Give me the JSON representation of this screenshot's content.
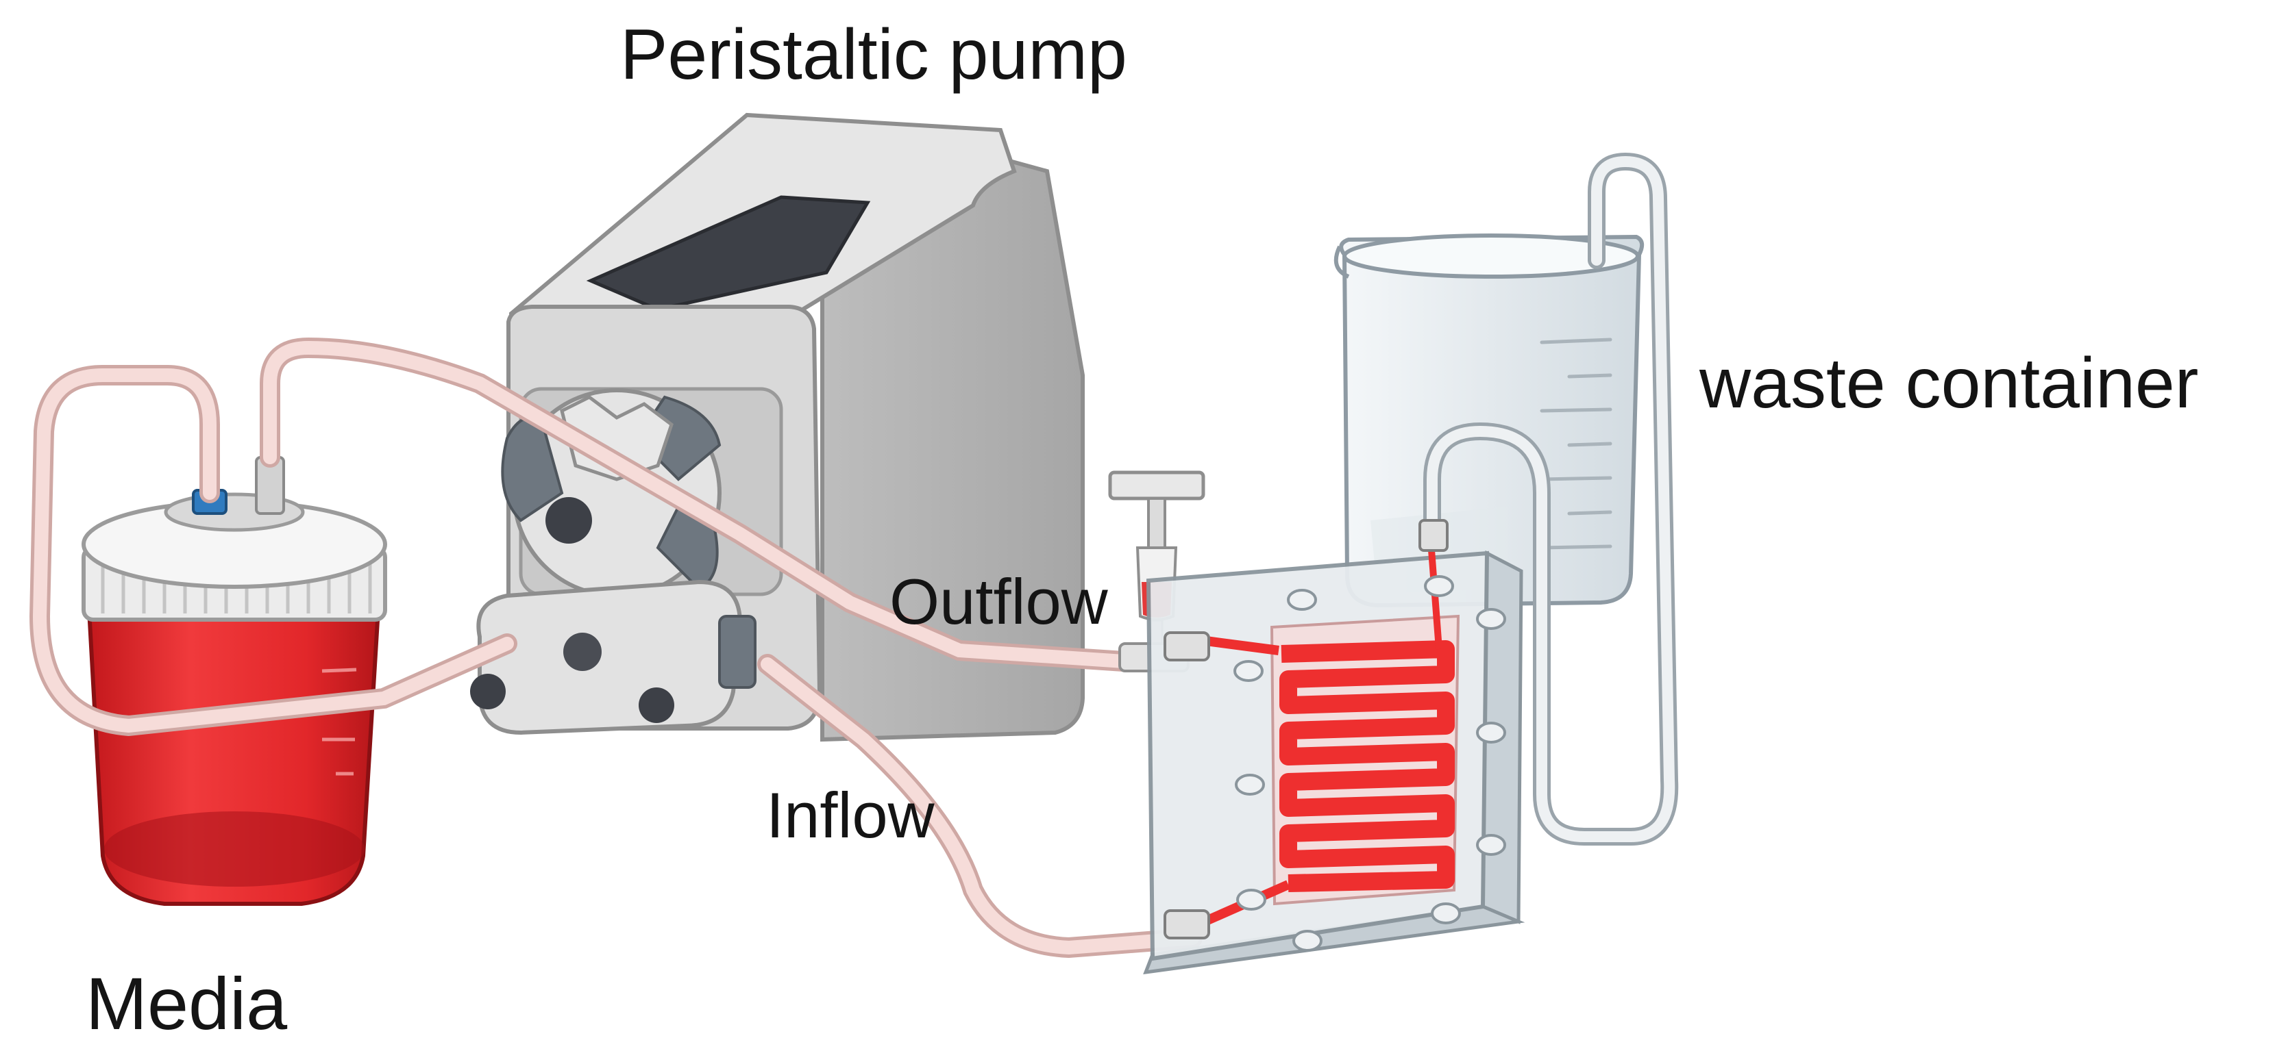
{
  "labels": {
    "pump": "Peristaltic pump",
    "waste": "waste container",
    "outflow": "Outflow",
    "inflow": "Inflow",
    "media": "Media"
  },
  "colors": {
    "media_red": "#e8282b",
    "tubing": "#f3d2cf",
    "pump_body": "#d5d5d5",
    "pump_screen": "#3d4047",
    "glass": "#e9eef1",
    "chip_channel": "#ee2f2f"
  }
}
